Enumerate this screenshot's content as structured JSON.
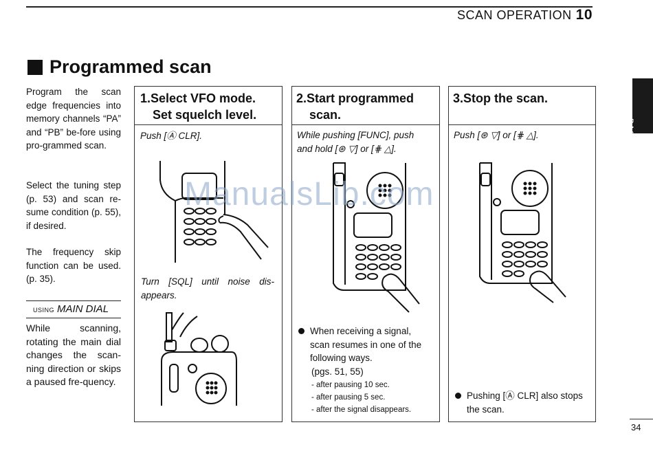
{
  "header": {
    "section": "SCAN OPERATION",
    "chapter": "10"
  },
  "title": "Programmed scan",
  "sidebar": {
    "p1": "Program the scan edge frequencies into memory channels “PA” and “PB” be-fore using pro-grammed scan.",
    "p2": "Select the tuning step (p. 53) and scan re-sume condition (p. 55), if desired.",
    "p3": "The frequency skip function can be used. (p. 35).",
    "dial_small": "USING",
    "dial_title": "MAIN DIAL",
    "dial_text": "While scanning, rotating the main dial changes the scan-ning direction or skips a paused fre-quency."
  },
  "step1": {
    "title_line1": "1.Select VFO mode.",
    "title_line2": "Set squelch level.",
    "instr1": "Push [Ⓐ CLR].",
    "instr2": "Turn [SQL] until noise dis-appears."
  },
  "step2": {
    "title_line1": "2.Start programmed",
    "title_line2": "scan.",
    "instr": "While pushing [FUNC], push and hold [⊛ ▽] or [⋕ △].",
    "bullet": "When receiving a signal, scan resumes in one of the following ways.",
    "ref": "(pgs. 51, 55)",
    "opt1": "- after pausing 10 sec.",
    "opt2": "- after pausing 5 sec.",
    "opt3": "- after the signal disappears."
  },
  "step3": {
    "title": "3.Stop the scan.",
    "instr": "Push [⊛ ▽] or [⋕ △].",
    "bullet": "Pushing [Ⓐ CLR] also stops the scan."
  },
  "side_tab": "BASIC",
  "page_number": "34",
  "watermark": "ManualsLib.com"
}
